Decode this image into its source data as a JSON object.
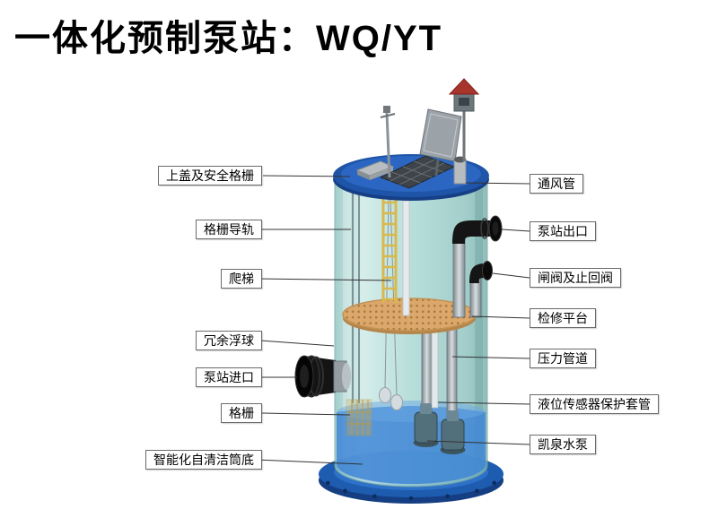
{
  "title": "一体化预制泵站：WQ/YT",
  "diagram": {
    "left_labels": [
      {
        "text": "上盖及安全格栅"
      },
      {
        "text": "格栅导轨"
      },
      {
        "text": "爬梯"
      },
      {
        "text": "冗余浮球"
      },
      {
        "text": "泵站进口"
      },
      {
        "text": "格栅"
      },
      {
        "text": "智能化自清洁筒底"
      }
    ],
    "right_labels": [
      {
        "text": "通风管"
      },
      {
        "text": "泵站出口"
      },
      {
        "text": "闸阀及止回阀"
      },
      {
        "text": "检修平台"
      },
      {
        "text": "压力管道"
      },
      {
        "text": "液位传感器保护套管"
      },
      {
        "text": "凯泉水泵"
      }
    ]
  },
  "colors": {
    "lid_blue": "#1e55a8",
    "tank_teal": "#a9d8d3",
    "platform_tan": "#dca76a",
    "water_blue": "#3f86d6",
    "roof_red": "#a8352b",
    "label_border": "#6a6a6a"
  }
}
